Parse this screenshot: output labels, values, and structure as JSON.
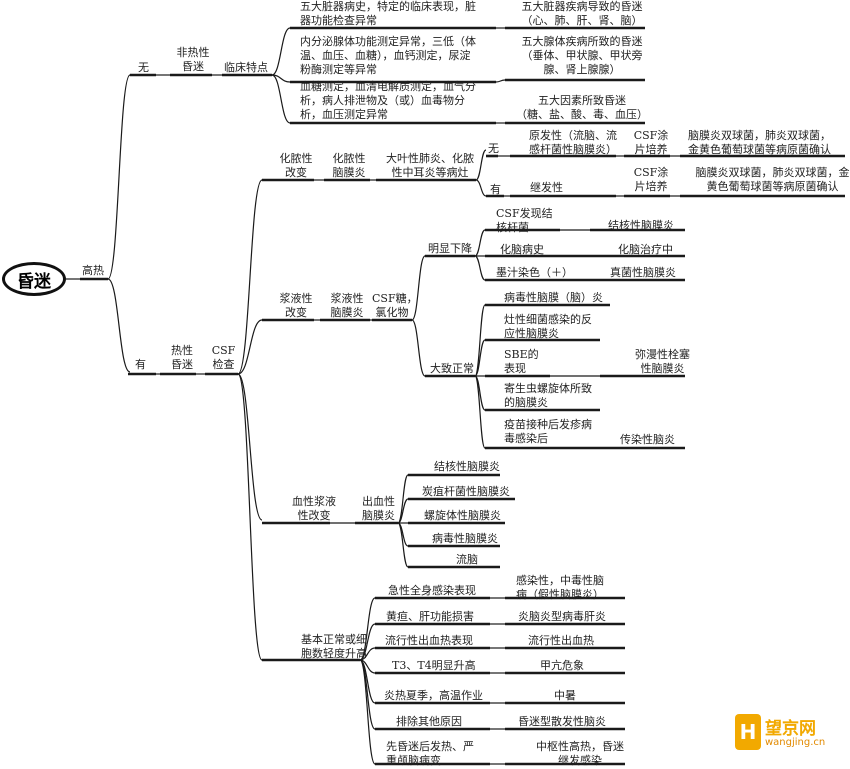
{
  "root": "昏迷",
  "n": {
    "gaore": "高热",
    "wu": "无",
    "feire": "非热性\n昏迷",
    "linchuang": "临床特点",
    "l1": "五大脏器病史，特定的临床表现，脏\n器功能检查异常",
    "r1": "五大脏器疾病导致的昏迷\n（心、肺、肝、肾、脑）",
    "l2": "内分泌腺体功能测定异常，三低（体\n温、血压、血糖），血钙测定，尿淀\n粉酶测定等异常",
    "r2": "五大腺体疾病所致的昏迷\n（垂体、甲状腺、甲状旁\n腺、肾上腺腺）",
    "l3": "血糖测定，血清电解质测定，血气分\n析，病人排泄物及（或）血毒物分\n析，血压测定异常",
    "r3": "五大因素所致昏迷\n（糖、盐、酸、毒、血压）",
    "you": "有",
    "rexing": "热性\n昏迷",
    "csf": "CSF\n检查",
    "hn_gb": "化脓性\n改变",
    "hn_nmy": "化脓性\n脑膜炎",
    "dyx": "大叶性肺炎、化脓\n性中耳炎等病灶",
    "hw": "无",
    "hy": "有",
    "yfx": "原发性（流脑、流\n感杆菌性脑膜炎）",
    "jfx": "继发性",
    "csfty1": "CSF涂\n片培养",
    "csfty2": "CSF涂\n片培养",
    "res1": "脑膜炎双球菌，肺炎双球菌，\n金黄色葡萄球菌等病原菌确认",
    "res2": "脑膜炎双球菌，肺炎双球菌，金\n黄色葡萄球菌等病原菌确认",
    "jy_gb": "浆液性\n改变",
    "jy_nmy": "浆液性\n脑膜炎",
    "csft": "CSF糖，\n氯化物",
    "mxxj": "明显下降",
    "csffx": "CSF发现结\n核杆菌",
    "jhx1": "结核性脑膜炎",
    "hns": "化脑病史",
    "hnzl": "化脑治疗中",
    "mzrs": "墨汁染色（＋）",
    "zjx": "真菌性脑膜炎",
    "dzzc": "大致正常",
    "bdx": "病毒性脑膜（脑）炎",
    "zxx": "灶性细菌感染的反\n应性脑膜炎",
    "sbe": "SBE的\n表现",
    "mmx": "弥漫性栓塞\n性脑膜炎",
    "jsc": "寄生虫螺旋体所致\n的脑膜炎",
    "ymjz": "疫苗接种后发疹病\n毒感染后",
    "crx": "传染性脑炎",
    "xx_gb": "血性浆液\n性改变",
    "cxx": "出血性\n脑膜炎",
    "jhx2": "结核性脑膜炎",
    "tj": "炭疽杆菌性脑膜炎",
    "lxt": "螺旋体性脑膜炎",
    "bdx2": "病毒性脑膜炎",
    "ln": "流脑",
    "jbzc": "基本正常或细\n胞数轻度升高",
    "jxqs": "急性全身感染表现",
    "grx": "感染性，中毒性脑\n病（假性脑膜炎）",
    "hd": "黄疸、肝功能损害",
    "ynx": "炎脑炎型病毒肝炎",
    "lxcx": "流行性出血热表现",
    "lxcx2": "流行性出血热",
    "t3t4": "T3、T4明显升高",
    "jk": "甲亢危象",
    "yrxj": "炎热夏季，高温作业",
    "zs": "中暑",
    "pcqt": "排除其他原因",
    "hmx": "昏迷型散发性脑炎",
    "xhm": "先昏迷后发热、严\n重颅脑病变",
    "zsx": "中枢性高热，昏迷\n继发感染"
  },
  "watermark": {
    "logo": "H",
    "title": "望京网",
    "url": "wangjing.cn"
  },
  "colors": {
    "line": "#1a1a1a",
    "text": "#222222",
    "accent": "#f2a900"
  }
}
